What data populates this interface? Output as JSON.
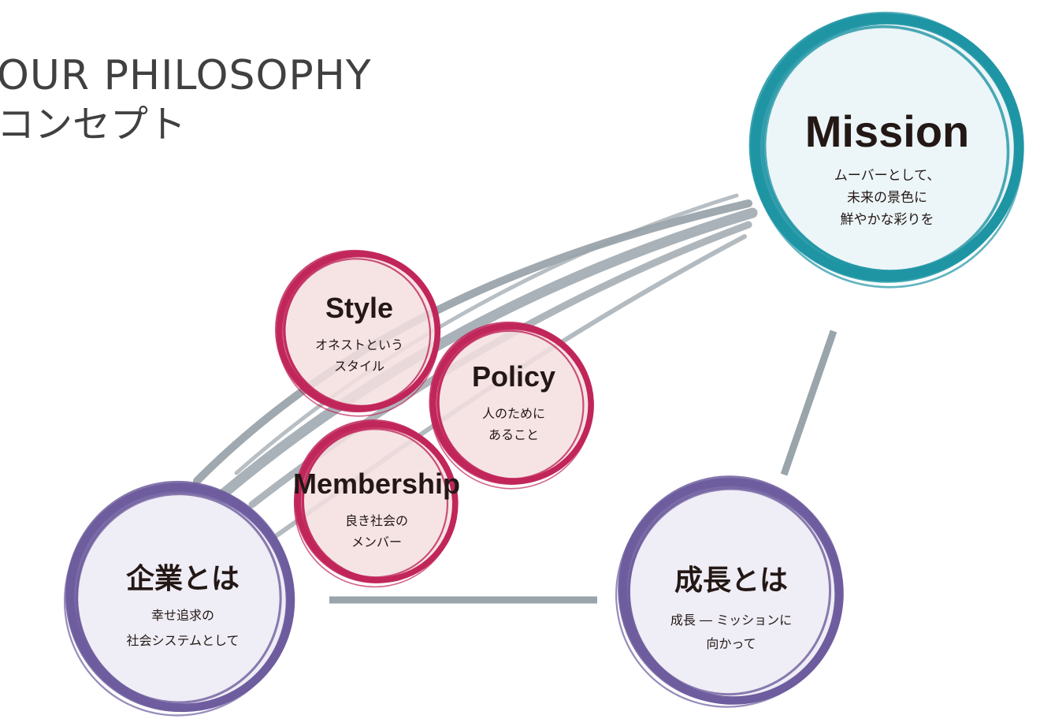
{
  "heading": {
    "title_en": "OUR PHILOSOPHY",
    "title_ja": "コンセプト"
  },
  "colors": {
    "mission": "#1f95a4",
    "mission_fill": "#ecf5f8",
    "values": "#c1265a",
    "values_fill": "#f4dfe1",
    "base": "#6e5d9e",
    "base_fill": "#efedf5",
    "connector": "#9aa4ab",
    "text": "#231815"
  },
  "nodes": {
    "mission": {
      "title": "Mission",
      "lines": [
        "ムーバーとして、",
        "未来の景色に",
        "鮮やかな彩りを"
      ]
    },
    "style": {
      "title": "Style",
      "lines": [
        "オネストという",
        "スタイル"
      ]
    },
    "policy": {
      "title": "Policy",
      "lines": [
        "人のために",
        "あること"
      ]
    },
    "membership": {
      "title": "Membership",
      "lines": [
        "良き社会の",
        "メンバー"
      ]
    },
    "company": {
      "title": "企業とは",
      "lines": [
        "幸せ追求の",
        "社会システムとして"
      ]
    },
    "growth": {
      "title": "成長とは",
      "lines": [
        "成長 ― ミッションに",
        "向かって"
      ]
    }
  }
}
